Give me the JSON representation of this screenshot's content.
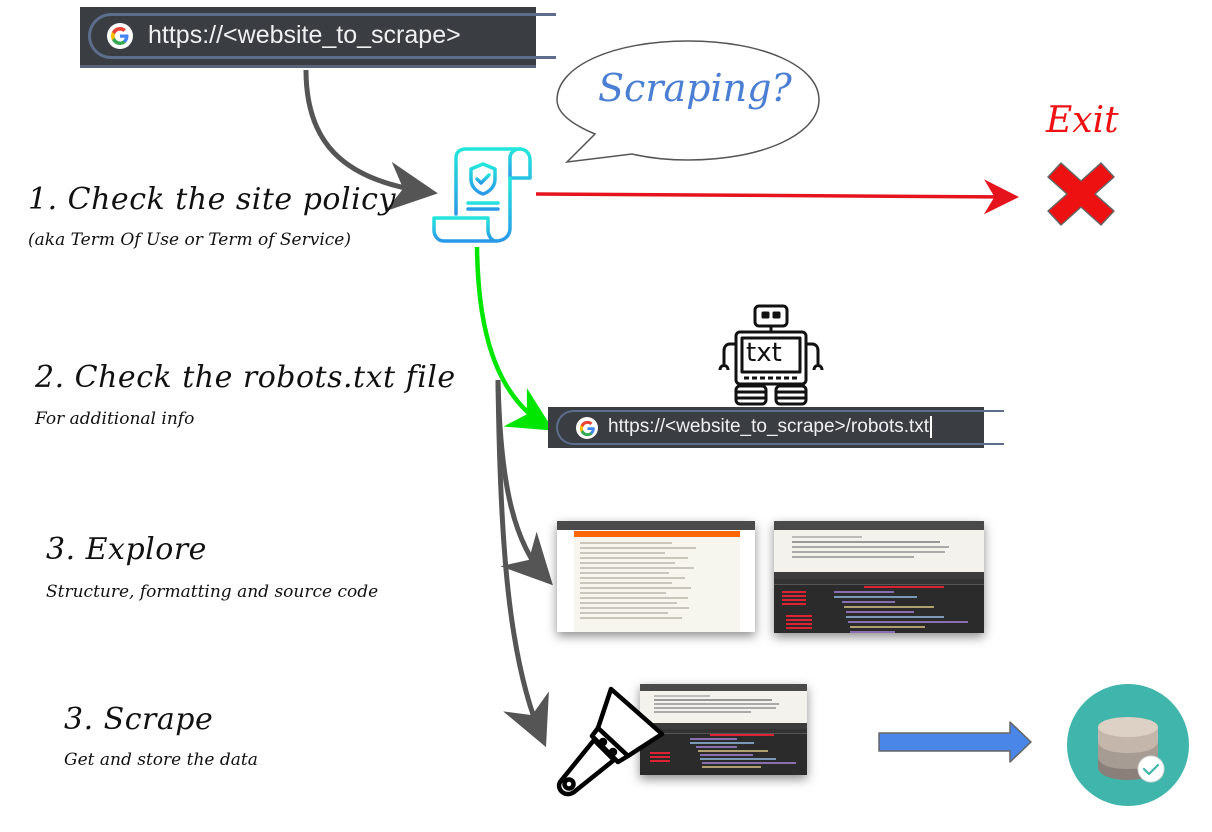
{
  "diagram": {
    "title": "Web scraping workflow",
    "top_url_bar": {
      "icon": "google-g-icon",
      "url": "https://<website_to_scrape>"
    },
    "speech_bubble": {
      "text": "Scraping?"
    },
    "policy_icon": "policy-document-shield-icon",
    "exit": {
      "label": "Exit",
      "icon": "red-x-icon"
    },
    "steps": [
      {
        "title": "1. Check the site policy",
        "subtitle": "(aka Term Of Use or Term of Service)"
      },
      {
        "title": "2. Check the robots.txt file",
        "subtitle": "For additional info"
      },
      {
        "title": "3. Explore",
        "subtitle": "Structure, formatting and source code"
      },
      {
        "title": "3. Scrape",
        "subtitle": "Get and store the data"
      }
    ],
    "robot": {
      "icon": "robot-icon",
      "screen_text": "txt"
    },
    "robots_url_bar": {
      "icon": "google-g-icon",
      "url": "https://<website_to_scrape>/robots.txt"
    },
    "screenshots": [
      "webpage-list-screenshot",
      "devtools-source-screenshot",
      "devtools-source-screenshot"
    ],
    "scrape_icon": "putty-knife-icon",
    "storage": {
      "arrow": "blue-right-arrow",
      "icon": "database-check-icon"
    },
    "colors": {
      "deny_arrow": "#e5141c",
      "allow_arrow": "#00e600",
      "flow_arrow": "#555555",
      "speech_text": "#4a7fd4",
      "exit_red": "#ee1111",
      "policy_icon_top": "#22e0e0",
      "policy_icon_bottom": "#2a9ce8",
      "blue_arrow": "#4a86e8",
      "db_circle": "#3fb5ab",
      "url_bar_bg": "#3a3d41"
    }
  }
}
